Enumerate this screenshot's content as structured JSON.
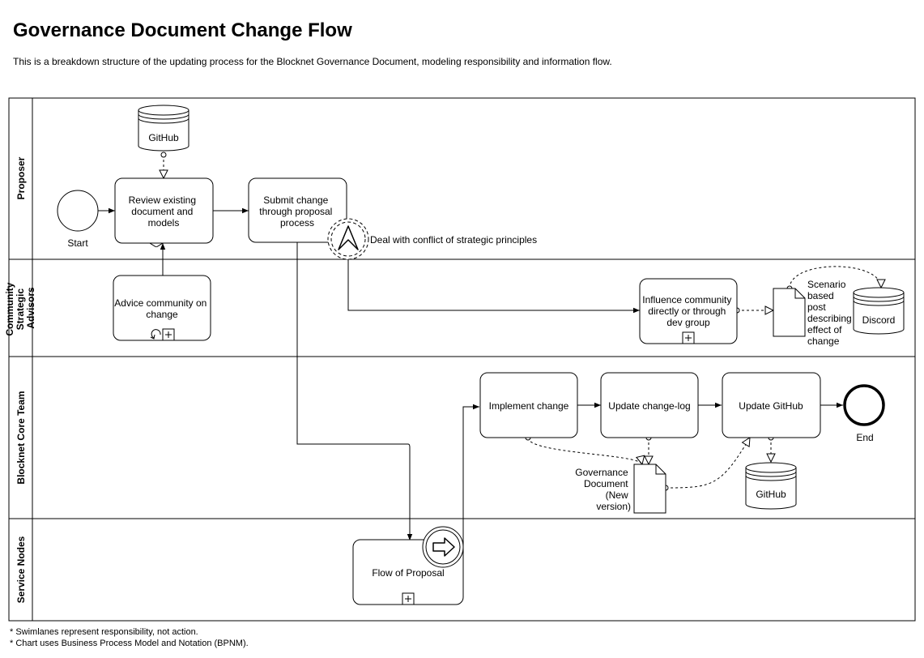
{
  "header": {
    "title": "Governance Document Change Flow",
    "subtitle": "This is a breakdown structure of the updating process for the Blocknet Governance Document, modeling responsibility and information flow."
  },
  "lanes": {
    "proposer": "Proposer",
    "advisors": [
      "Community",
      "Strategic",
      "Advisors"
    ],
    "core": "Blocknet Core Team",
    "nodes": "Service Nodes"
  },
  "events": {
    "start": "Start",
    "end": "End"
  },
  "tasks": {
    "review": [
      "Review existing",
      "document and",
      "models"
    ],
    "submit": [
      "Submit change",
      "through proposal",
      "process"
    ],
    "advice": [
      "Advice community on",
      "change"
    ],
    "influence": [
      "Influence community",
      "directly or through",
      "dev group"
    ],
    "implement": [
      "Implement change"
    ],
    "changelog": [
      "Update change-log"
    ],
    "update_github": [
      "Update GitHub"
    ],
    "flow_proposal": [
      "Flow of Proposal"
    ]
  },
  "boundary_event_label": "Deal with conflict of strategic principles",
  "data_stores": {
    "github_top": "GitHub",
    "discord": "Discord",
    "github_bottom": "GitHub"
  },
  "data_objects": {
    "scenario": [
      "Scenario",
      "based",
      "post",
      "describing",
      "effect of",
      "change"
    ],
    "gov_doc": [
      "Governance",
      "Document",
      "(New",
      "version)"
    ]
  },
  "footnotes": [
    "* Swimlanes represent responsibility, not action.",
    "* Chart uses Business Process Model and Notation (BPNM)."
  ]
}
